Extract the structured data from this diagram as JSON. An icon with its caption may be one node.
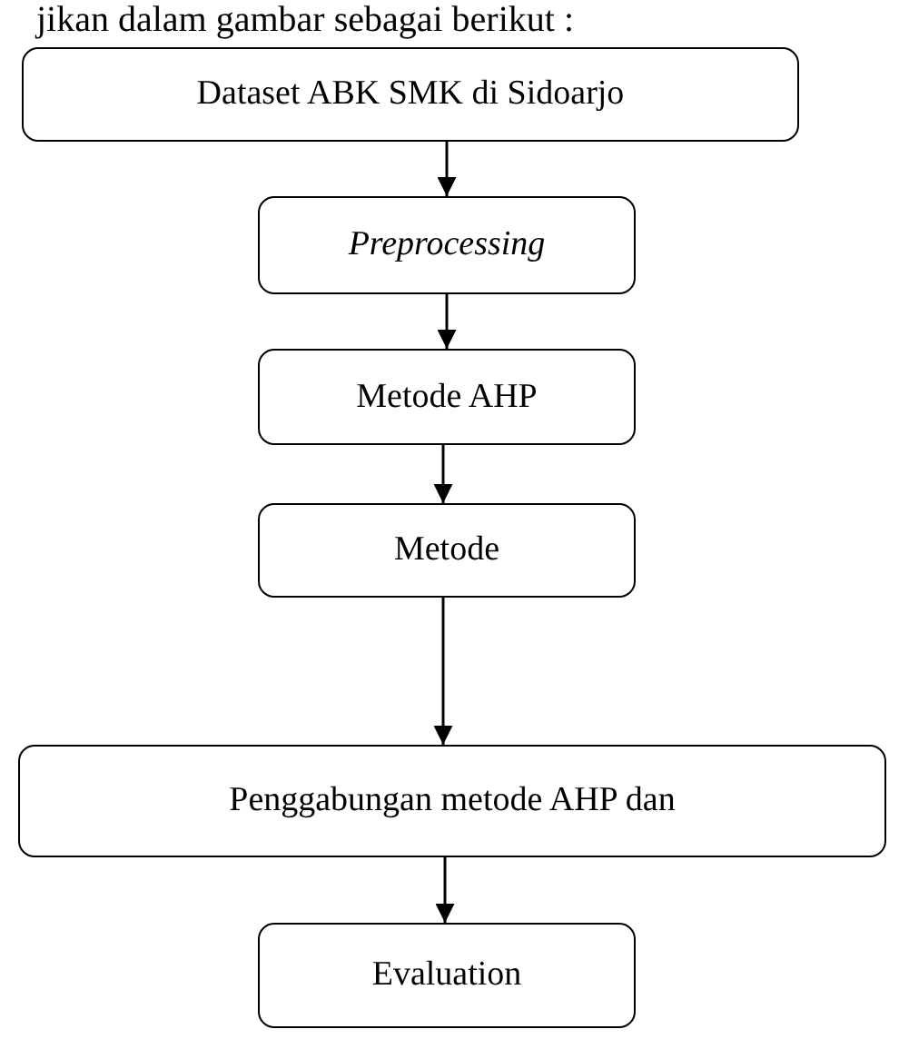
{
  "diagram": {
    "nodes": [
      {
        "text": [
          "Dataset ABK SMK di Sidoarjo"
        ]
      },
      {
        "text": [
          "Preprocessing"
        ]
      },
      {
        "text": [
          "Metode AHP"
        ]
      },
      {
        "text": [
          "Metode"
        ]
      },
      {
        "text": [
          "Penggabungan metode AHP dan"
        ]
      },
      {
        "text": [
          "Evaluation"
        ]
      }
    ],
    "edges": [
      {
        "from": 0,
        "to": 1,
        "arrow": "to"
      },
      {
        "from": 1,
        "to": 2,
        "arrow": "to"
      },
      {
        "from": 2,
        "to": 3,
        "arrow": "to"
      },
      {
        "from": 3,
        "to": 4,
        "arrow": "to"
      },
      {
        "from": 4,
        "to": 5,
        "arrow": "to"
      }
    ],
    "labels": [
      "jikan dalam gambar sebagai berikut :"
    ]
  }
}
